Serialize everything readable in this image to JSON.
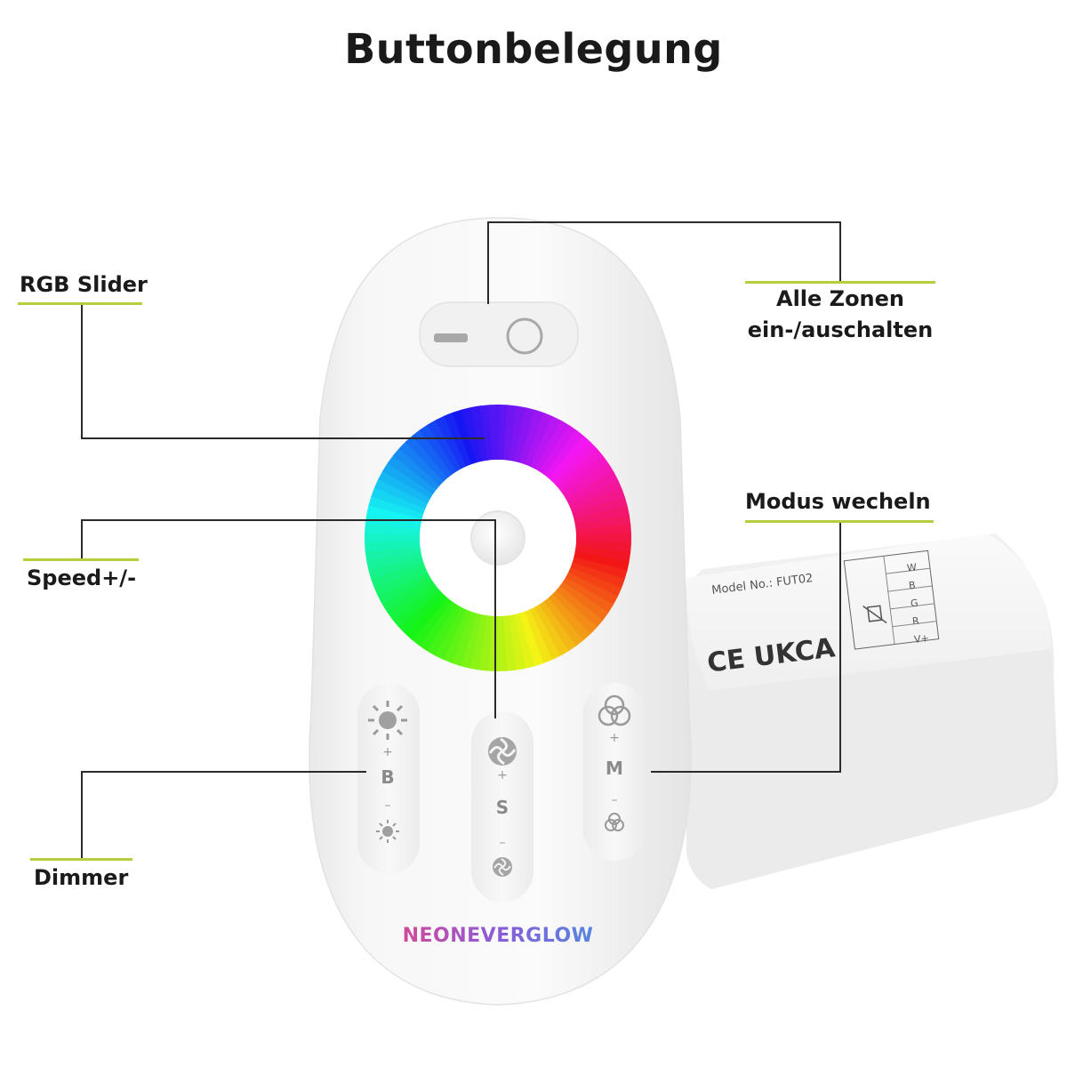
{
  "title": "Buttonbelegung",
  "labels": {
    "rgb_slider": "RGB Slider",
    "speed": "Speed+/-",
    "dimmer": "Dimmer",
    "all_zones_line1": "Alle Zonen",
    "all_zones_line2": "ein-/auschalten",
    "mode": "Modus wecheln"
  },
  "remote": {
    "brand": "NEONEVERGLOW",
    "brightness_letter": "B",
    "speed_letter": "S",
    "mode_letter": "M",
    "plus": "+",
    "minus": "–"
  },
  "receiver": {
    "model": "Model No.: FUT02",
    "terminals": [
      "W",
      "B",
      "G",
      "R",
      "V+"
    ],
    "marks": "CE UKCA"
  },
  "colors": {
    "accent_underline": "#b5cf3a",
    "line": "#2b2b2b"
  }
}
